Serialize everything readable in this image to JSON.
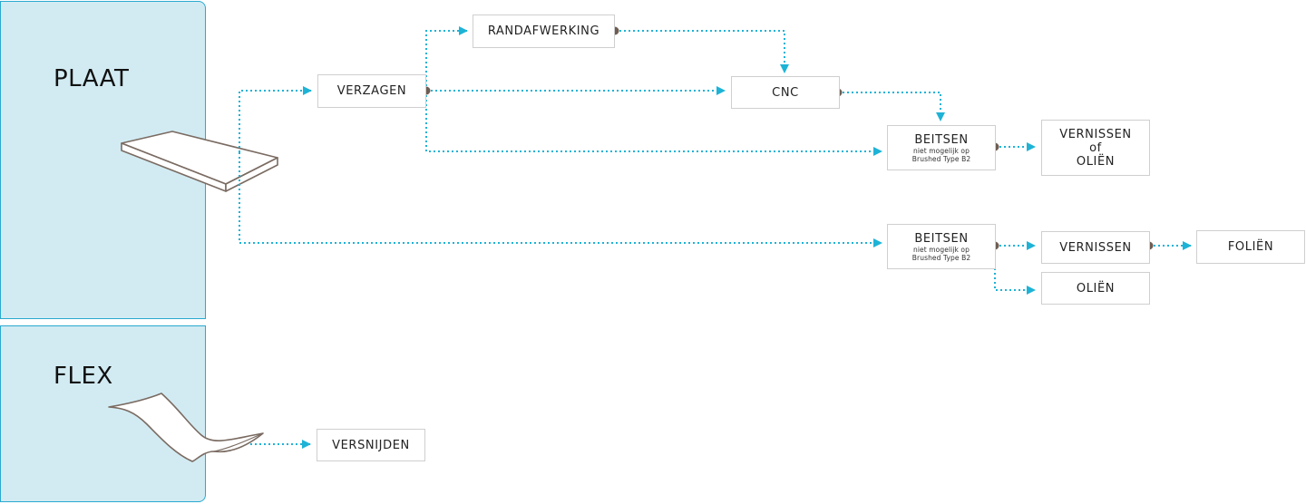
{
  "panels": {
    "plaat": "PLAAT",
    "flex": "FLEX"
  },
  "nodes": {
    "verzagen": "VERZAGEN",
    "randafwerking": "RANDAFWERKING",
    "cnc": "CNC",
    "beitsen1": {
      "title": "BEITSEN",
      "note_line1": "niet mogelijk op",
      "note_line2": "Brushed Type B2"
    },
    "vernissen_of_olien": {
      "line1": "VERNISSEN",
      "line2": "of",
      "line3": "OLIËN"
    },
    "beitsen2": {
      "title": "BEITSEN",
      "note_line1": "niet mogelijk op",
      "note_line2": "Brushed Type B2"
    },
    "vernissen": "VERNISSEN",
    "olien": "OLIËN",
    "folien": "FOLIËN",
    "versnijden": "VERSNIJDEN"
  },
  "colors": {
    "panel_fill": "#d2ebf3",
    "panel_border": "#2aa9cf",
    "connector": "#1eb3d6",
    "dot": "#6e5d52",
    "material_outline": "#7a6b62"
  }
}
